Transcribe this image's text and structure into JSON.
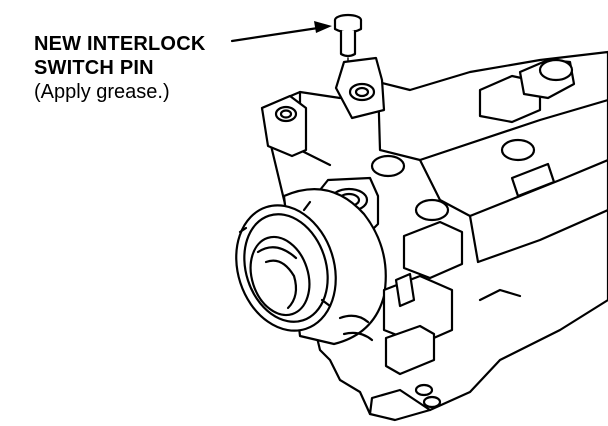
{
  "callout": {
    "line1": "NEW INTERLOCK",
    "line2": "SWITCH PIN",
    "line3": "(Apply grease.)"
  },
  "colors": {
    "ink": "#000000",
    "paper": "#ffffff"
  }
}
